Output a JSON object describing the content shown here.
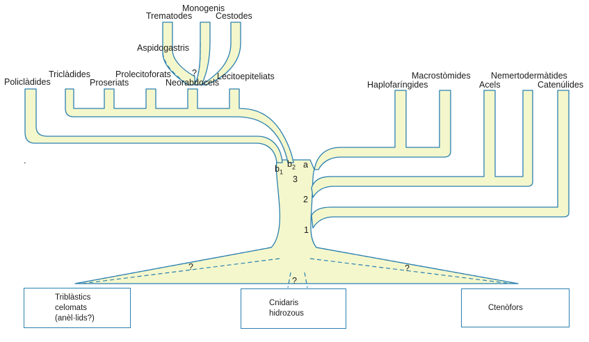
{
  "colors": {
    "branch_fill": "#f4f7cc",
    "branch_stroke": "#2a7fb0",
    "box_border": "#2a7fb0",
    "text": "#1a1a1a"
  },
  "taxa": {
    "monogenis": "Monogenis",
    "trematodes": "Trematodes",
    "cestodes": "Cestodes",
    "aspidogastris": "Aspidogastris",
    "tricladides": "Triclàdides",
    "prolecitoforats": "Prolecitoforats",
    "lecitoepiteliats": "Lecitoepiteliats",
    "policladides": "Policlàdides",
    "proseriats": "Proseriats",
    "neorabdocels": "Neorabdocels",
    "macrostomides": "Macrostòmides",
    "nemertodermatides": "Nemertodermàtides",
    "haplofaringides": "Haplofaríngides",
    "acels": "Acels",
    "catenulides": "Catenúlides"
  },
  "markers": {
    "question_top": "?",
    "b1": "b",
    "b1_sub": "1",
    "b2": "b",
    "b2_sub": "2",
    "a": "a",
    "n3": "3",
    "n2": "2",
    "n1": "1",
    "question_left": "?",
    "question_center": "?",
    "question_right": "?",
    "dot": "."
  },
  "boxes": {
    "triblastics": [
      "Triblàstics",
      "celomats",
      "(anèl·lids?)"
    ],
    "cnidaris": [
      "Cnidaris",
      "hidrozous"
    ],
    "ctenofors": [
      "Ctenòfors"
    ]
  }
}
